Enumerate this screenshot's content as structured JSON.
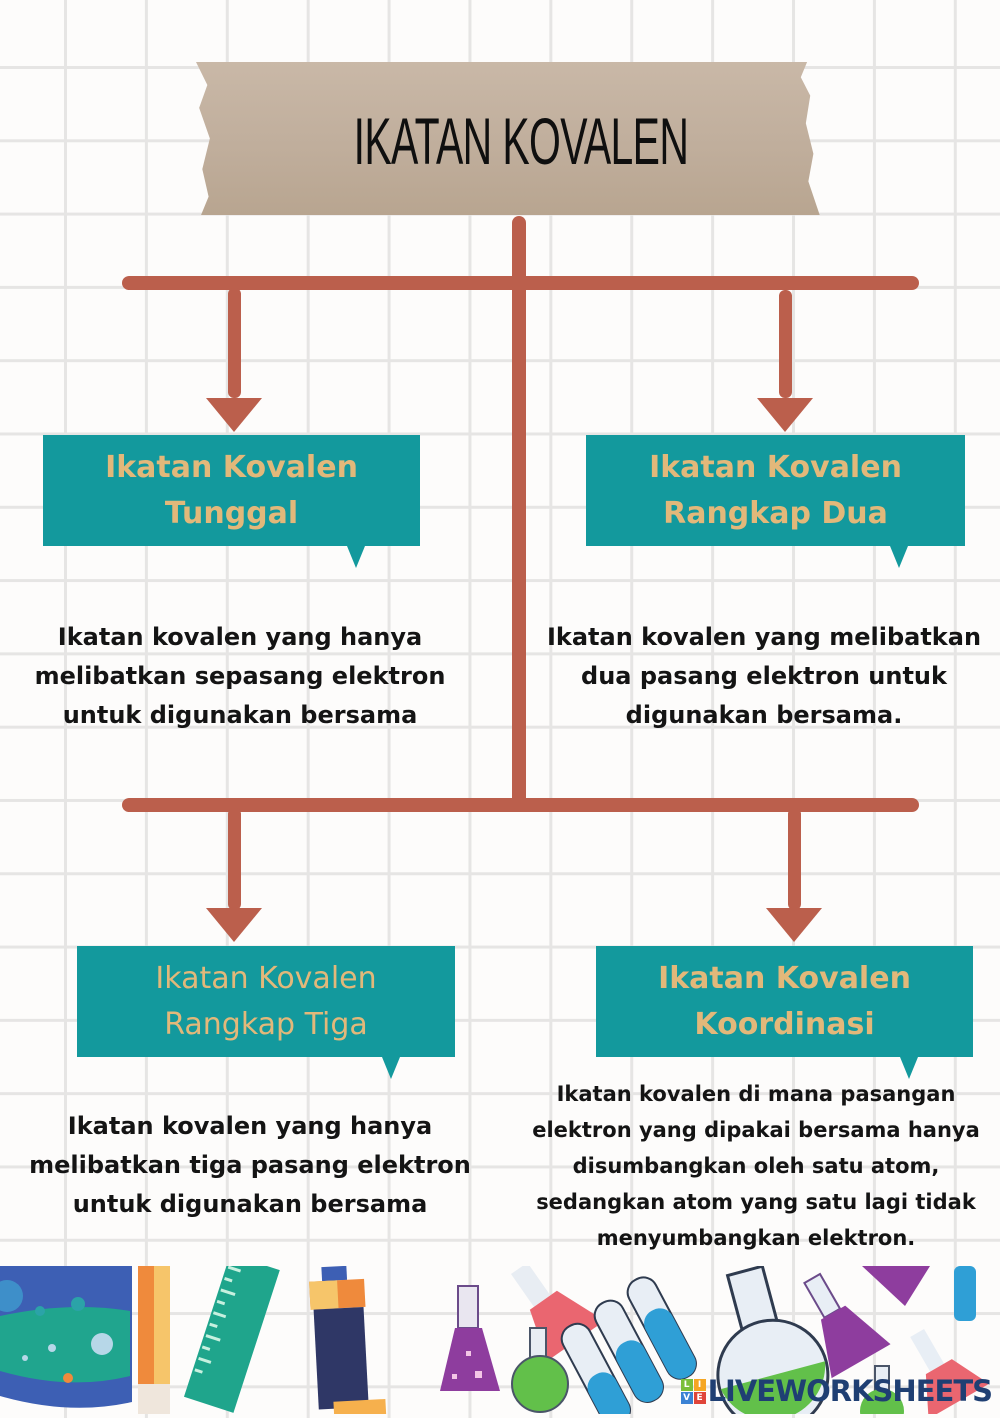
{
  "title": "IKATAN KOVALEN",
  "colors": {
    "connector": "#bb5f4c",
    "box_fill": "#13999d",
    "box_text": "#e2b87a",
    "tape": "#c4b3a1",
    "grid": "#e6e5e4",
    "body_text": "#141414"
  },
  "nodes": [
    {
      "heading": [
        "Ikatan Kovalen",
        "Tunggal"
      ],
      "description": [
        "Ikatan kovalen yang hanya",
        "melibatkan sepasang elektron",
        "untuk digunakan bersama"
      ]
    },
    {
      "heading": [
        "Ikatan Kovalen",
        "Rangkap Dua"
      ],
      "description": [
        "Ikatan kovalen yang melibatkan",
        "dua pasang elektron untuk",
        "digunakan bersama."
      ]
    },
    {
      "heading": [
        "Ikatan Kovalen",
        "Rangkap Tiga"
      ],
      "description": [
        "Ikatan kovalen yang hanya",
        "melibatkan tiga pasang elektron",
        "untuk digunakan bersama"
      ]
    },
    {
      "heading": [
        "Ikatan Kovalen",
        "Koordinasi"
      ],
      "description": [
        "Ikatan kovalen di mana pasangan",
        "elektron yang dipakai bersama hanya",
        "disumbangkan oleh satu atom,",
        "sedangkan atom yang satu lagi tidak",
        "menyumbangkan elektron."
      ]
    }
  ],
  "footer": {
    "illustrations": [
      "beaker-icon",
      "pencil-icon",
      "ruler-icon",
      "test-tube-icon",
      "erlenmeyer-flask-icon",
      "round-bottom-flask-icon",
      "test-tubes-rack-icon"
    ],
    "watermark": {
      "badge": [
        "L",
        "I",
        "V",
        "E"
      ],
      "text": "LIVEWORKSHEETS"
    }
  }
}
